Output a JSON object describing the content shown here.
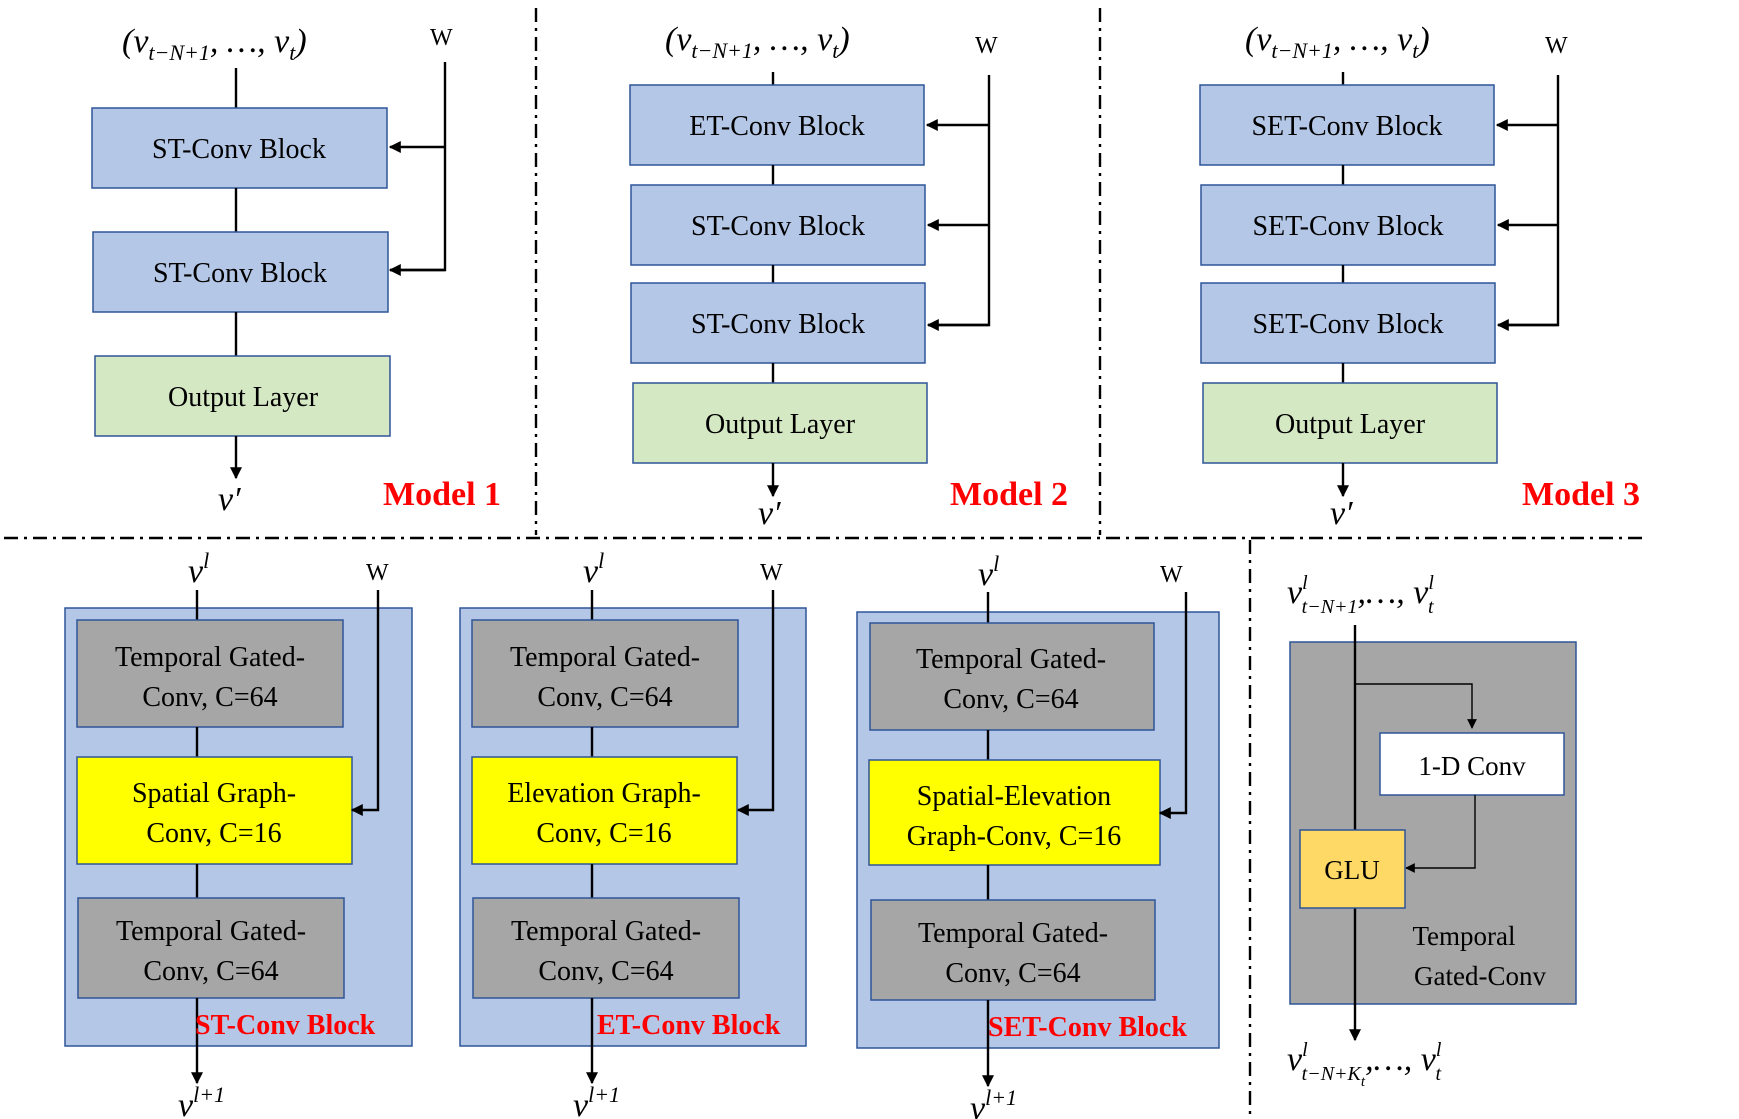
{
  "models": [
    {
      "input": "(v",
      "input_sub": "t−N+1",
      "input_mid": ", …, v",
      "input_sub2": "t",
      "input_end": ")",
      "w": "W",
      "blocks": [
        "ST-Conv Block",
        "ST-Conv Block"
      ],
      "output": "Output Layer",
      "result": "v′",
      "title": "Model 1"
    },
    {
      "input": "(v",
      "input_sub": "t−N+1",
      "input_mid": ", …, v",
      "input_sub2": "t",
      "input_end": ")",
      "w": "W",
      "blocks": [
        "ET-Conv Block",
        "ST-Conv Block",
        "ST-Conv Block"
      ],
      "output": "Output Layer",
      "result": "v′",
      "title": "Model 2"
    },
    {
      "input": "(v",
      "input_sub": "t−N+1",
      "input_mid": ", …, v",
      "input_sub2": "t",
      "input_end": ")",
      "w": "W",
      "blocks": [
        "SET-Conv Block",
        "SET-Conv Block",
        "SET-Conv Block"
      ],
      "output": "Output Layer",
      "result": "v′",
      "title": "Model 3"
    }
  ],
  "blocks": [
    {
      "input": "v",
      "input_sup": "l",
      "w": "W",
      "top_line1": "Temporal Gated-",
      "top_line2": "Conv, C=64",
      "mid_line1": "Spatial Graph-",
      "mid_line2": "Conv, C=16",
      "bot_line1": "Temporal Gated-",
      "bot_line2": "Conv, C=64",
      "name": "ST-Conv Block",
      "output": "v",
      "output_sup": "l+1"
    },
    {
      "input": "v",
      "input_sup": "l",
      "w": "W",
      "top_line1": "Temporal Gated-",
      "top_line2": "Conv, C=64",
      "mid_line1": "Elevation Graph-",
      "mid_line2": "Conv, C=16",
      "bot_line1": "Temporal Gated-",
      "bot_line2": "Conv, C=64",
      "name": "ET-Conv Block",
      "output": "v",
      "output_sup": "l+1"
    },
    {
      "input": "v",
      "input_sup": "l",
      "w": "W",
      "top_line1": "Temporal Gated-",
      "top_line2": "Conv, C=64",
      "mid_line1": "Spatial-Elevation",
      "mid_line2": "Graph-Conv, C=16",
      "bot_line1": "Temporal Gated-",
      "bot_line2": "Conv, C=64",
      "name": "SET-Conv Block",
      "output": "v",
      "output_sup": "l+1"
    }
  ],
  "tgc": {
    "input_base": "v",
    "input_sup": "l",
    "input_sub": "t−N+1",
    "input_mid": ",…, v",
    "input_sup2": "l",
    "input_sub2": "t",
    "conv": "1-D Conv",
    "glu": "GLU",
    "label_line1": "Temporal",
    "label_line2": "Gated-Conv",
    "output_base": "v",
    "output_sup": "l",
    "output_sub": "t−N+K",
    "output_subsub": "t",
    "output_mid": ",…, v",
    "output_sup2": "l",
    "output_sub2": "t"
  }
}
